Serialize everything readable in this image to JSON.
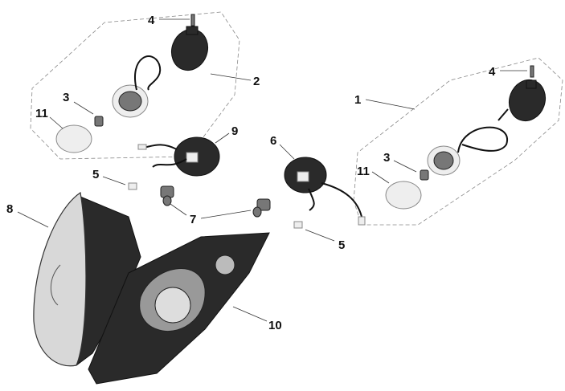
{
  "diagram": {
    "type": "exploded-parts-view",
    "labels": {
      "screw_left": "4",
      "turn_signal_left": "2",
      "bulb_left": "3",
      "lens_left": "11",
      "harness_9": "9",
      "bulb_holder_left": "5",
      "headlight_left": "8",
      "headlight_bulb": "7",
      "harness_6": "6",
      "turn_signal_right": "1",
      "screw_right": "4",
      "bulb_right": "3",
      "lens_right": "11",
      "bulb_holder_right": "5",
      "headlight_right": "10"
    },
    "colors": {
      "ink": "#111111",
      "leader": "#333333",
      "group_outline": "#888888"
    }
  }
}
